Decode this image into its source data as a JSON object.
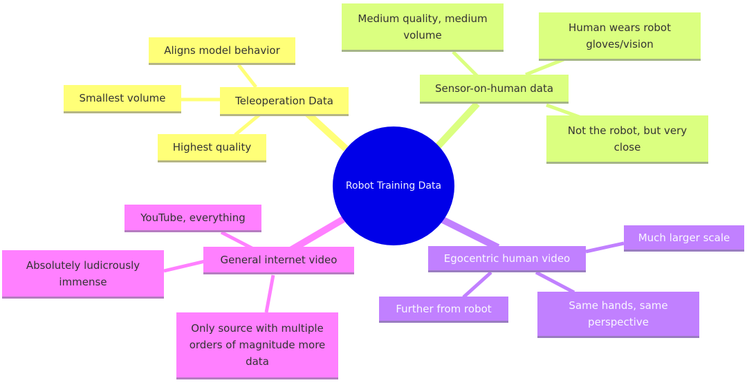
{
  "diagram": {
    "root": "Robot Training Data",
    "branches": [
      {
        "label": "Teleoperation Data",
        "color": "#ffff78",
        "link_color": "#ffff78",
        "children": [
          "Aligns model behavior",
          "Smallest volume",
          "Highest quality"
        ]
      },
      {
        "label": "Sensor-on-human data",
        "color": "#dbff80",
        "link_color": "#dbff80",
        "children": [
          "Medium quality, medium volume",
          "Human wears robot gloves/vision",
          "Not the robot, but very close"
        ]
      },
      {
        "label": "General internet video",
        "color": "#ff80ff",
        "link_color": "#ff80ff",
        "children": [
          "YouTube, everything",
          "Absolutely ludicrously immense",
          "Only source with multiple orders of magnitude more data"
        ]
      },
      {
        "label": "Egocentric human video",
        "color": "#c180ff",
        "link_color": "#c180ff",
        "children": [
          "Much larger scale",
          "Further from robot",
          "Same hands, same perspective"
        ]
      }
    ]
  }
}
